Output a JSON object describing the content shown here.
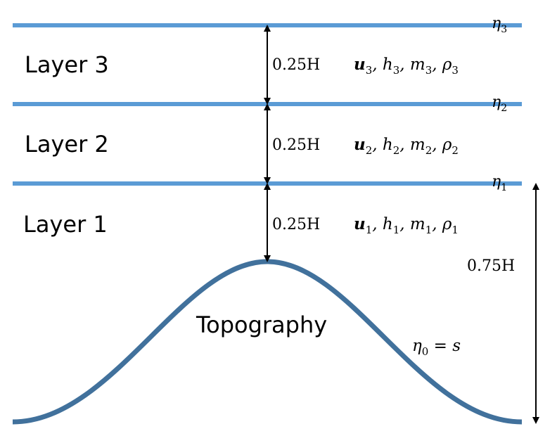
{
  "layers": [
    {
      "name": "Layer 3",
      "thickness": "0.25H",
      "vars": {
        "u": "u",
        "sub": "3",
        "rest": [
          ", h",
          ", m",
          ", ρ"
        ]
      }
    },
    {
      "name": "Layer 2",
      "thickness": "0.25H",
      "vars": {
        "u": "u",
        "sub": "2",
        "rest": [
          ", h",
          ", m",
          ", ρ"
        ]
      }
    },
    {
      "name": "Layer 1",
      "thickness": "0.25H",
      "vars": {
        "u": "u",
        "sub": "1",
        "rest": [
          ", h",
          ", m",
          ", ρ"
        ]
      }
    }
  ],
  "interfaces": [
    {
      "symbol": "η",
      "sub": "3"
    },
    {
      "symbol": "η",
      "sub": "2"
    },
    {
      "symbol": "η",
      "sub": "1"
    }
  ],
  "topography_label": "Topography",
  "bottom_label": {
    "symbol": "η",
    "sub": "0",
    "rhs": " = s"
  },
  "total_depth": "0.75H",
  "colors": {
    "interface": "#5b9bd5",
    "topography": "#41719c",
    "arrow": "#000000"
  }
}
